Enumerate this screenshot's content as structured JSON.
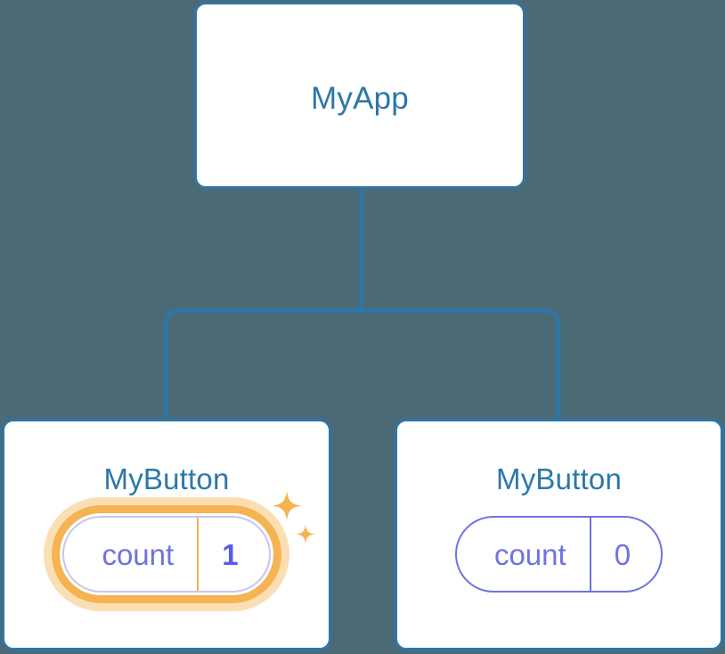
{
  "diagram": {
    "type": "component-tree",
    "background_color": "#4c6a75",
    "connector_color": "#2d76a7",
    "node_border_color": "#2d76a7",
    "node_title_color": "#2c78a8",
    "prop_color": "#6d73e0",
    "highlight_color": "#f5b351",
    "highlight_glow_color": "#fbdfb4",
    "root": {
      "title": "MyApp"
    },
    "children": [
      {
        "title": "MyButton",
        "prop_key": "count",
        "prop_value": "1",
        "highlighted": "true",
        "sparkle_large": "sparkle-icon",
        "sparkle_small": "sparkle-icon"
      },
      {
        "title": "MyButton",
        "prop_key": "count",
        "prop_value": "0",
        "highlighted": "false"
      }
    ]
  }
}
